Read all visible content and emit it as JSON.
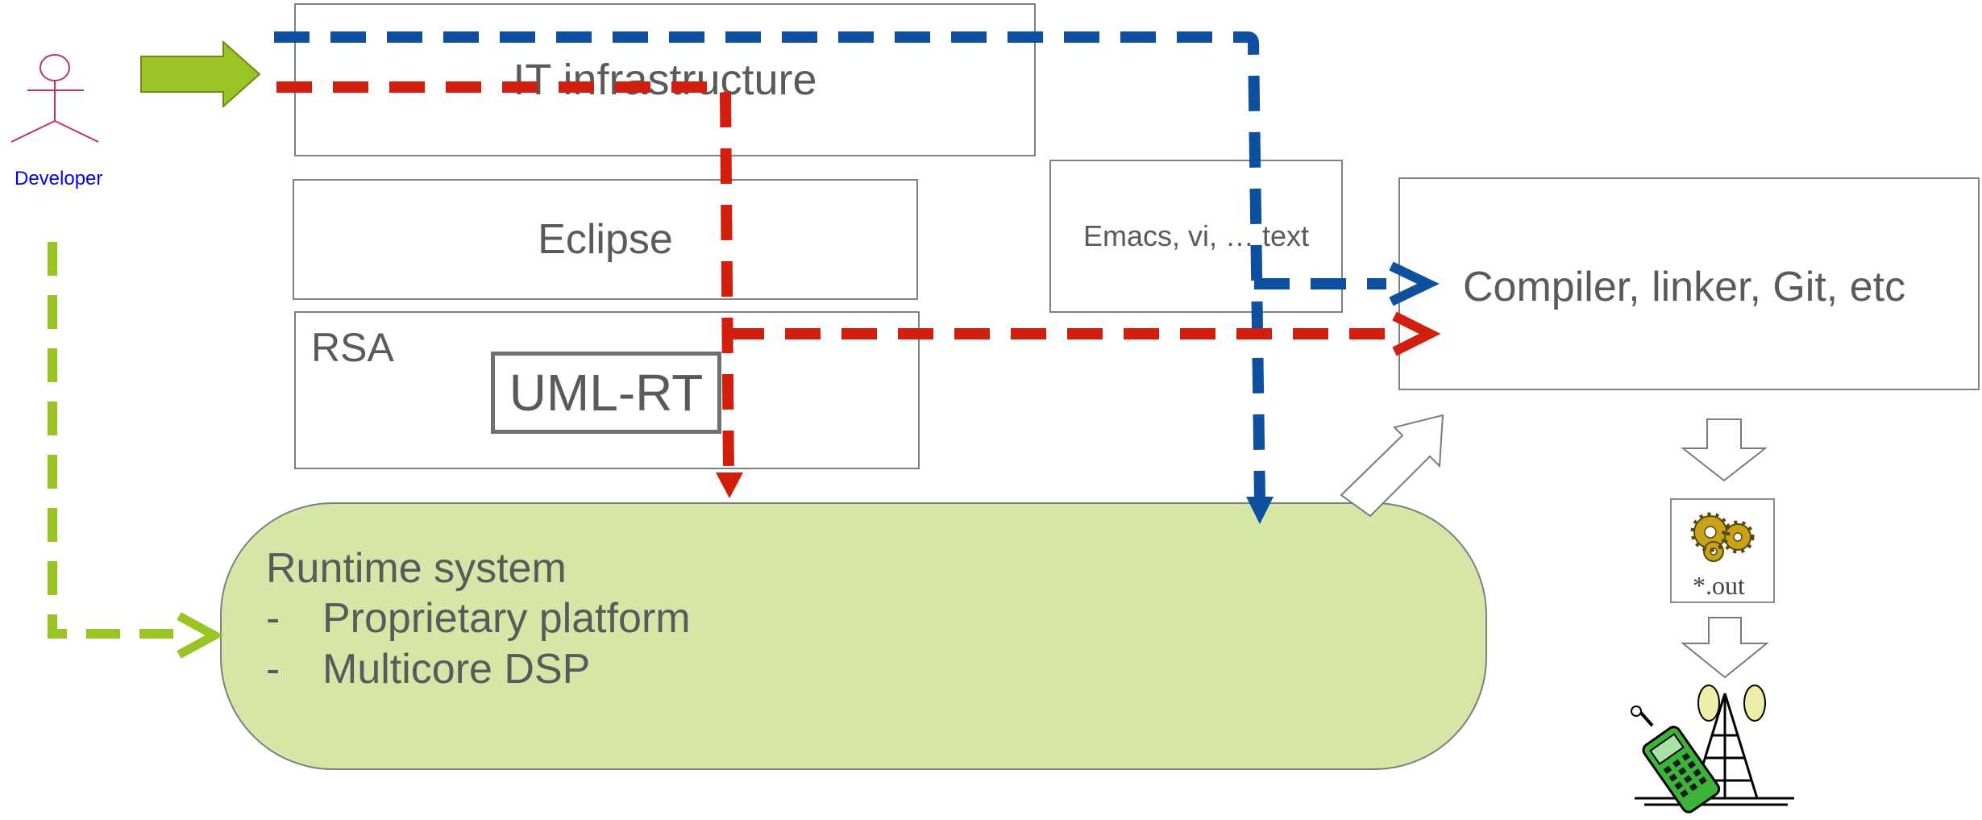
{
  "actor": {
    "label": "Developer"
  },
  "boxes": {
    "it_infrastructure": "IT infrastructure",
    "eclipse": "Eclipse",
    "rsa": "RSA",
    "uml_rt": "UML-RT",
    "text_editors": "Emacs, vi, … text",
    "toolchain": "Compiler, linker, Git, etc",
    "out_file": "*.out"
  },
  "runtime": {
    "title": "Runtime system",
    "items": [
      {
        "bullet": "-",
        "text": "Proprietary platform"
      },
      {
        "bullet": "-",
        "text": "Multicore DSP"
      }
    ]
  },
  "colors": {
    "blue_path": "#0f4f9f",
    "red_path": "#d11e0f",
    "green_path": "#99c424",
    "runtime_fill": "#d6e6a6",
    "actor": "#c0306a",
    "actor_label": "#0000ee",
    "box_border": "#7f7f7f"
  }
}
